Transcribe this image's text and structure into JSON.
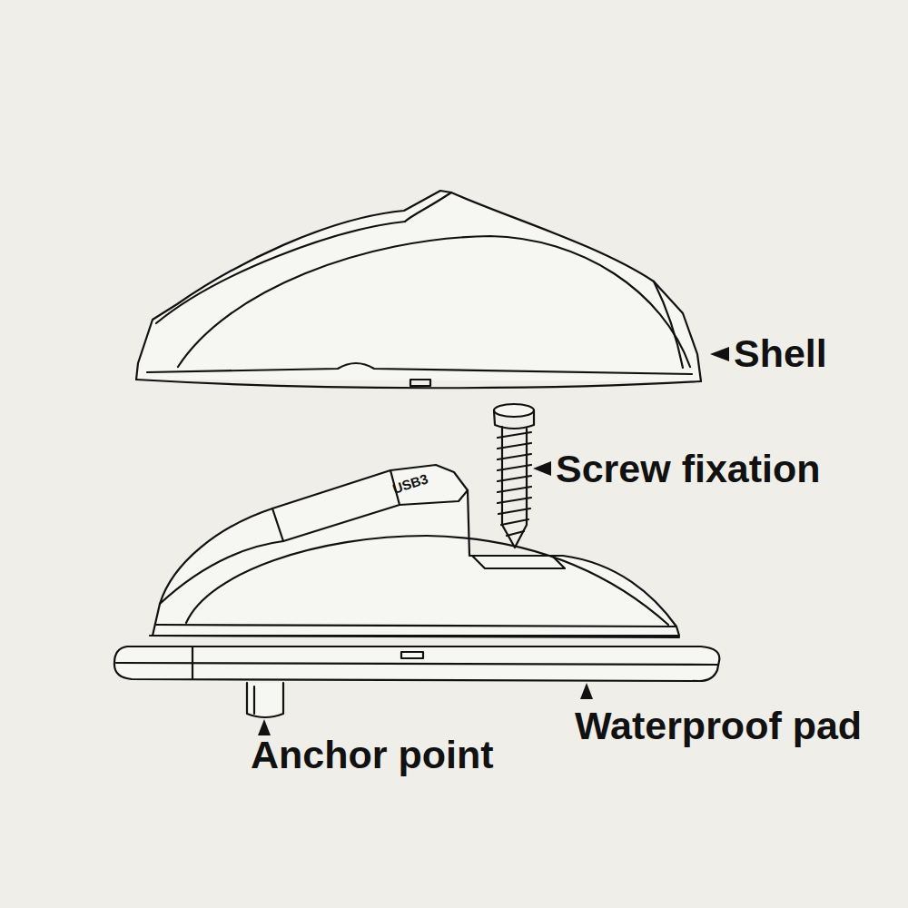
{
  "diagram": {
    "labels": [
      "Shell",
      "Screw fixation",
      "USB3",
      "Waterproof pad",
      "Anchor point"
    ]
  }
}
